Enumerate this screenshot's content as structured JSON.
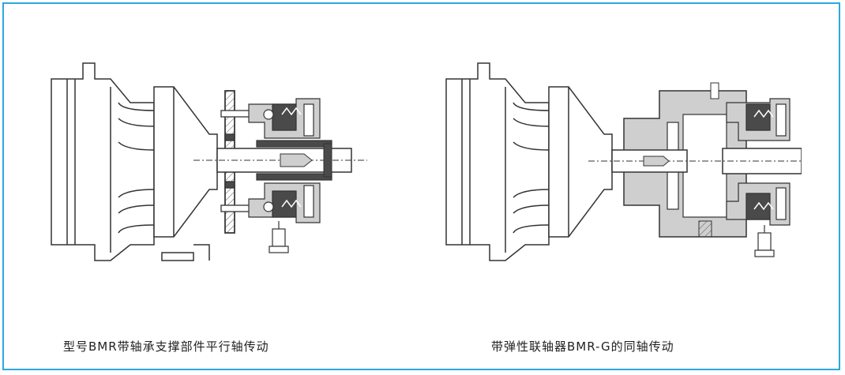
{
  "figures": [
    {
      "id": "left",
      "caption": "型号BMR带轴承支撑部件平行轴传动"
    },
    {
      "id": "right",
      "caption": "带弹性联轴器BMR-G的同轴传动"
    }
  ],
  "colors": {
    "frame_border": "#2aa9de",
    "line": "#333333",
    "fill_gray": "#cfcfcf",
    "fill_dark": "#4a4a4a"
  }
}
